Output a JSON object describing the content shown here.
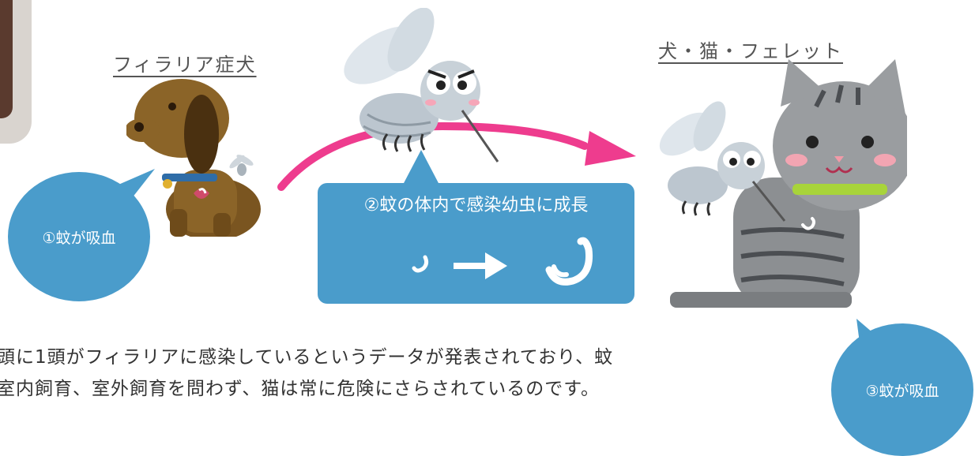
{
  "captions": {
    "infected_dog": "フィラリア症犬",
    "hosts": "犬・猫・フェレット"
  },
  "steps": {
    "step1": "①蚊が吸血",
    "step2": "②蚊の体内で感染幼虫に成長",
    "step3": "③蚊が吸血"
  },
  "body": {
    "line1": "頭に1頭がフィラリアに感染しているというデータが発表されており、蚊",
    "line2": "室内飼育、室外飼育を問わず、猫は常に危険にさらされているのです。"
  },
  "colors": {
    "bubble": "#4a9ccb",
    "arrow": "#ee3c8e"
  },
  "icons": [
    "dog-illustration",
    "cat-illustration",
    "mosquito-illustration",
    "larva-icon",
    "arrow-right-icon"
  ]
}
